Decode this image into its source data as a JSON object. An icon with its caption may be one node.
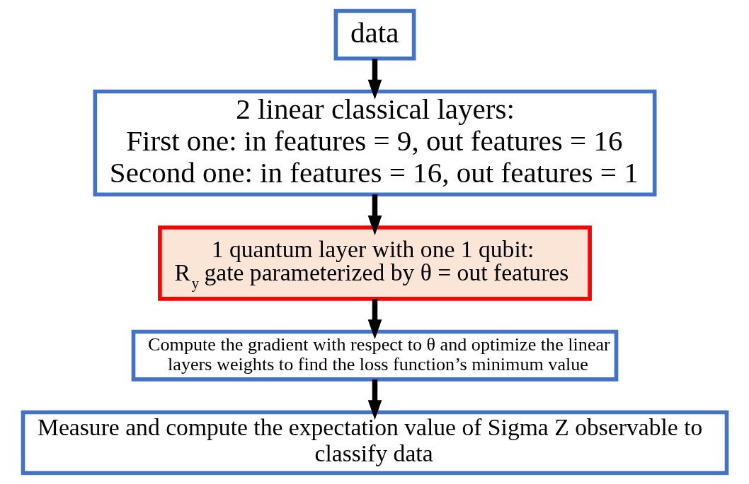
{
  "diagram": {
    "nodes": [
      {
        "text": [
          "data"
        ]
      },
      {
        "text": [
          "2 linear classical layers:",
          "First one: in features = 9, out features = 16",
          "Second one: in features = 16, out features = 1"
        ]
      },
      {
        "text": [
          "1 quantum layer with one 1 qubit:",
          "R$_{y}$ gate parameterized by θ = out features"
        ]
      },
      {
        "text": [
          "Compute the gradient with respect to θ and optimize the linear layers weights to find the loss function’s minimum value"
        ]
      },
      {
        "text": [
          "Measure and compute the expectation value of Sigma Z observable to classify data"
        ]
      }
    ],
    "edges": [
      {
        "from": 0,
        "to": 1,
        "arrow": "to"
      },
      {
        "from": 1,
        "to": 2,
        "arrow": "to"
      },
      {
        "from": 2,
        "to": 3,
        "arrow": "to"
      },
      {
        "from": 3,
        "to": 4,
        "arrow": "to"
      }
    ]
  }
}
